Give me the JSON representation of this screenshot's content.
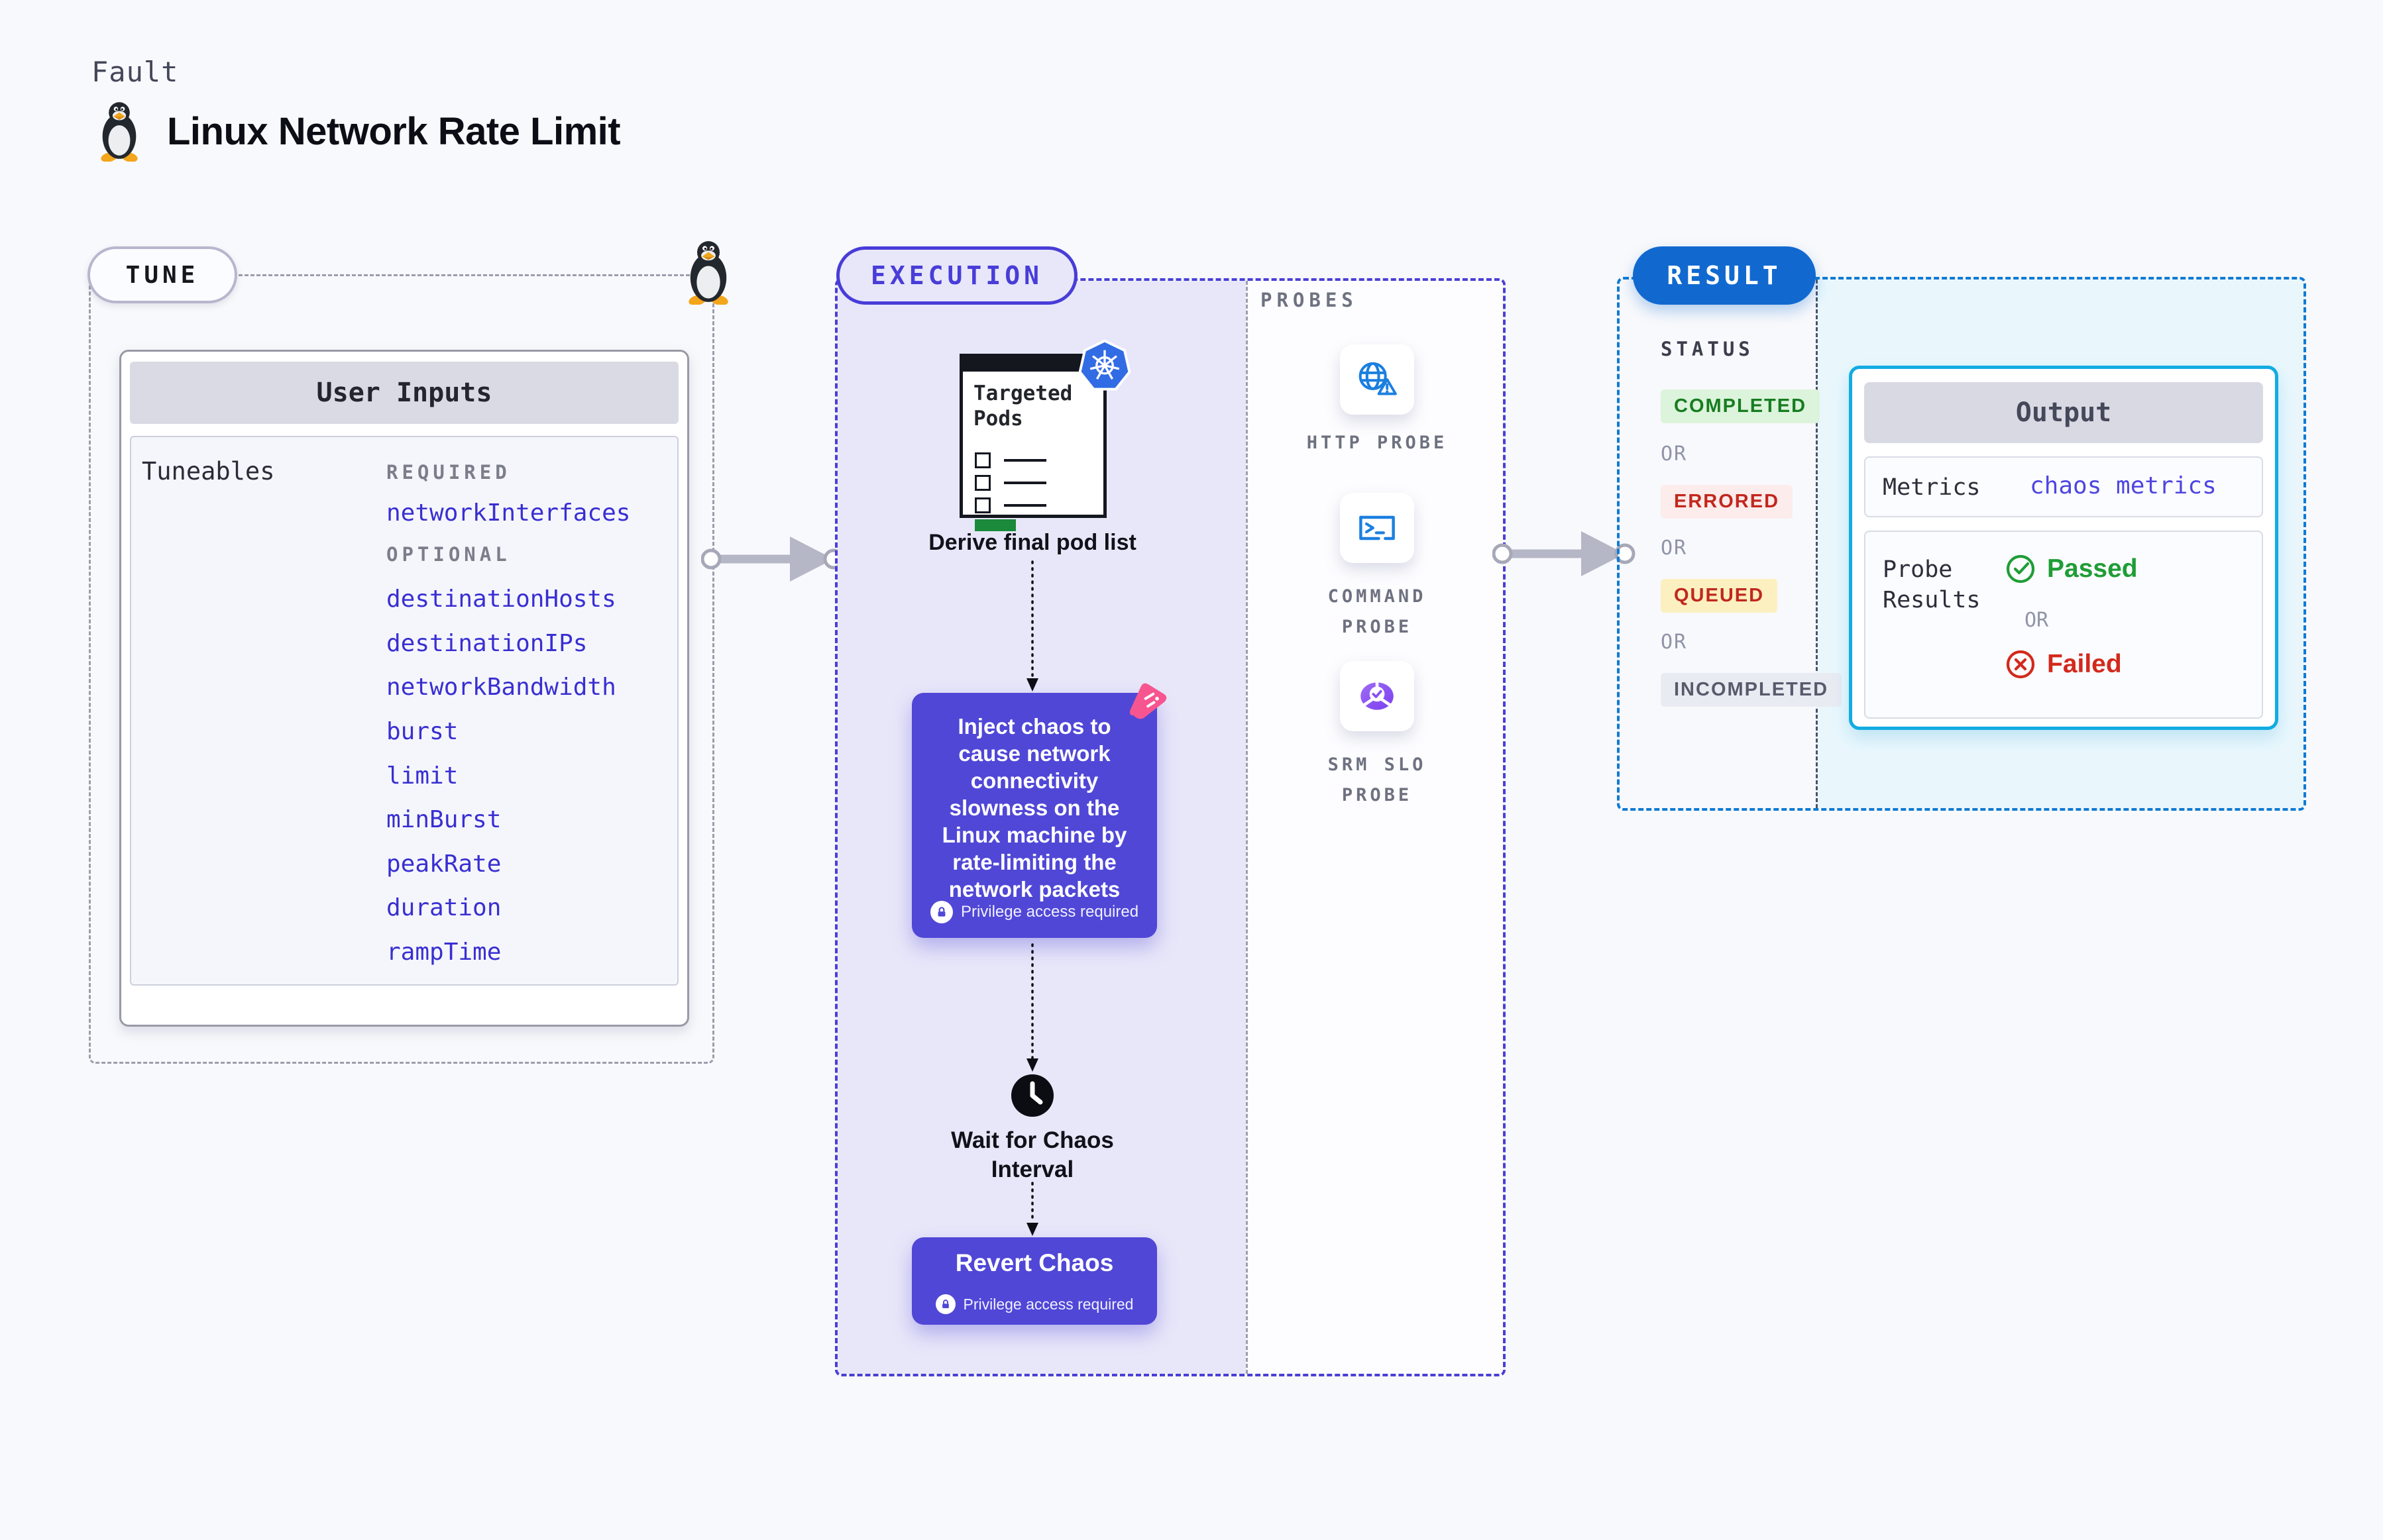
{
  "page": {
    "kind_label": "Fault",
    "title": "Linux Network Rate Limit"
  },
  "tune": {
    "label": "TUNE",
    "card_title": "User Inputs",
    "tuneables_label": "Tuneables",
    "required_label": "REQUIRED",
    "optional_label": "OPTIONAL",
    "required": [
      "networkInterfaces"
    ],
    "optional": [
      "destinationHosts",
      "destinationIPs",
      "networkBandwidth",
      "burst",
      "limit",
      "minBurst",
      "peakRate",
      "duration",
      "rampTime"
    ]
  },
  "execution": {
    "label": "EXECUTION",
    "targeted_pods_title": "Targeted Pods",
    "derive_label": "Derive final pod list",
    "inject_text": "Inject chaos to cause network connectivity slowness on the Linux machine by rate-limiting the network packets",
    "privilege_label": "Privilege access required",
    "wait_label": "Wait for Chaos Interval",
    "revert_label": "Revert Chaos"
  },
  "probes": {
    "label": "PROBES",
    "items": [
      {
        "name": "HTTP PROBE",
        "icon": "globe-warning-icon"
      },
      {
        "name": "COMMAND PROBE",
        "icon": "terminal-icon"
      },
      {
        "name": "SRM SLO PROBE",
        "icon": "slo-donut-icon"
      }
    ]
  },
  "result": {
    "label": "RESULT",
    "status_label": "STATUS",
    "or_label": "OR",
    "statuses": [
      {
        "label": "COMPLETED",
        "text_color": "#177d20",
        "bg": "#dcf3dc"
      },
      {
        "label": "ERRORED",
        "text_color": "#c2271d",
        "bg": "#fcecec"
      },
      {
        "label": "QUEUED",
        "text_color": "#c0281e",
        "bg": "#fcf0c0"
      },
      {
        "label": "INCOMPLETED",
        "text_color": "#585b6c",
        "bg": "#e9ebf2"
      }
    ],
    "output": {
      "title": "Output",
      "metrics_label": "Metrics",
      "metrics_value": "chaos metrics",
      "probe_results_label": "Probe Results",
      "passed_label": "Passed",
      "failed_label": "Failed"
    }
  },
  "colors": {
    "page_bg": "#f8f9fc",
    "execution_fill": "#e8e7f9",
    "execution_border": "#4a3fd6",
    "chaos_node": "#5047d7",
    "result_border": "#0f7ad2",
    "result_fill": "#e9f7fd",
    "result_pill": "#1169d0",
    "output_border": "#12ace2",
    "link": "#392fd2",
    "passed_green": "#1f9d36",
    "failed_red": "#d3291c",
    "kubernetes_blue": "#326ce5",
    "chaos_pink": "#f75590",
    "pods_green": "#1b8a3b"
  }
}
